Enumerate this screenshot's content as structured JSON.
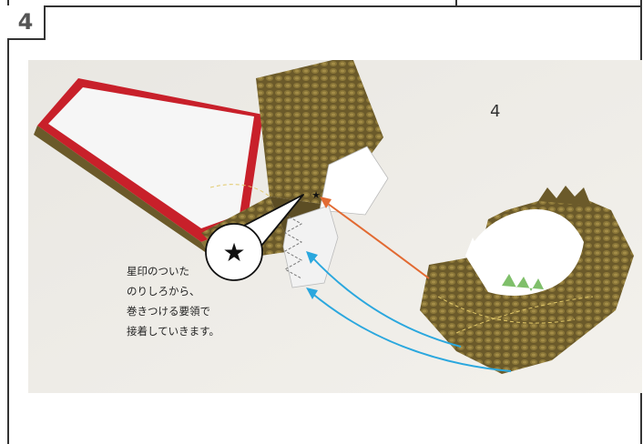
{
  "step": {
    "number": "4"
  },
  "photo": {
    "step_label": "4",
    "star_symbol": "★",
    "caption_lines": [
      "星印のついた",
      "のりしろから、",
      "巻きつける要領で",
      "接着していきます。"
    ],
    "colors": {
      "background": "#eeece7",
      "reptile_skin": "#6b5a2a",
      "red_edge": "#c8202a",
      "arrow_orange": "#e26a32",
      "arrow_blue": "#2aa7de"
    }
  }
}
